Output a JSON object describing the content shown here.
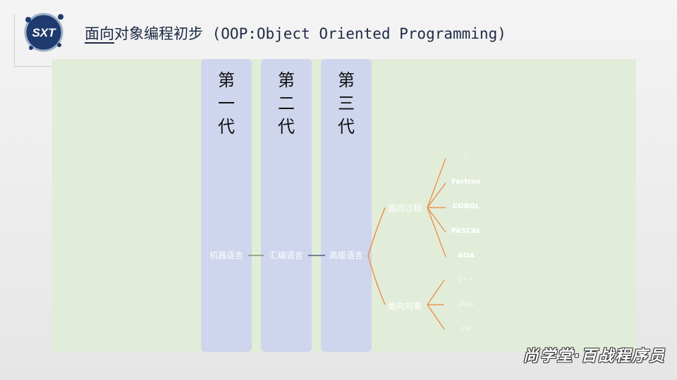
{
  "logo": {
    "text": "SXT",
    "icon": "sxt-logo-icon",
    "color": "#1f3a6e"
  },
  "title": {
    "underlined": "面向",
    "rest": "对象编程初步 (OOP:Object Oriented Programming)"
  },
  "generations": [
    {
      "title": [
        "第",
        "一",
        "代"
      ],
      "label": "机器语言"
    },
    {
      "title": [
        "第",
        "二",
        "代"
      ],
      "label": "汇编语言"
    },
    {
      "title": [
        "第",
        "三",
        "代"
      ],
      "label": "高级语言"
    }
  ],
  "branches": {
    "procedural": {
      "label": "面向过程",
      "items": [
        "C",
        "Fortran",
        "COBOL",
        "PASCAL",
        "ADA"
      ]
    },
    "object": {
      "label": "面向对象",
      "items": [
        "C++",
        "JAVA",
        "C#"
      ]
    }
  },
  "colors": {
    "panel": "#e2edd9",
    "generation": "#cfd5ec",
    "connector": "#e8873a",
    "link": "#5b8a5b"
  },
  "watermark": "尚学堂·百战程序员"
}
